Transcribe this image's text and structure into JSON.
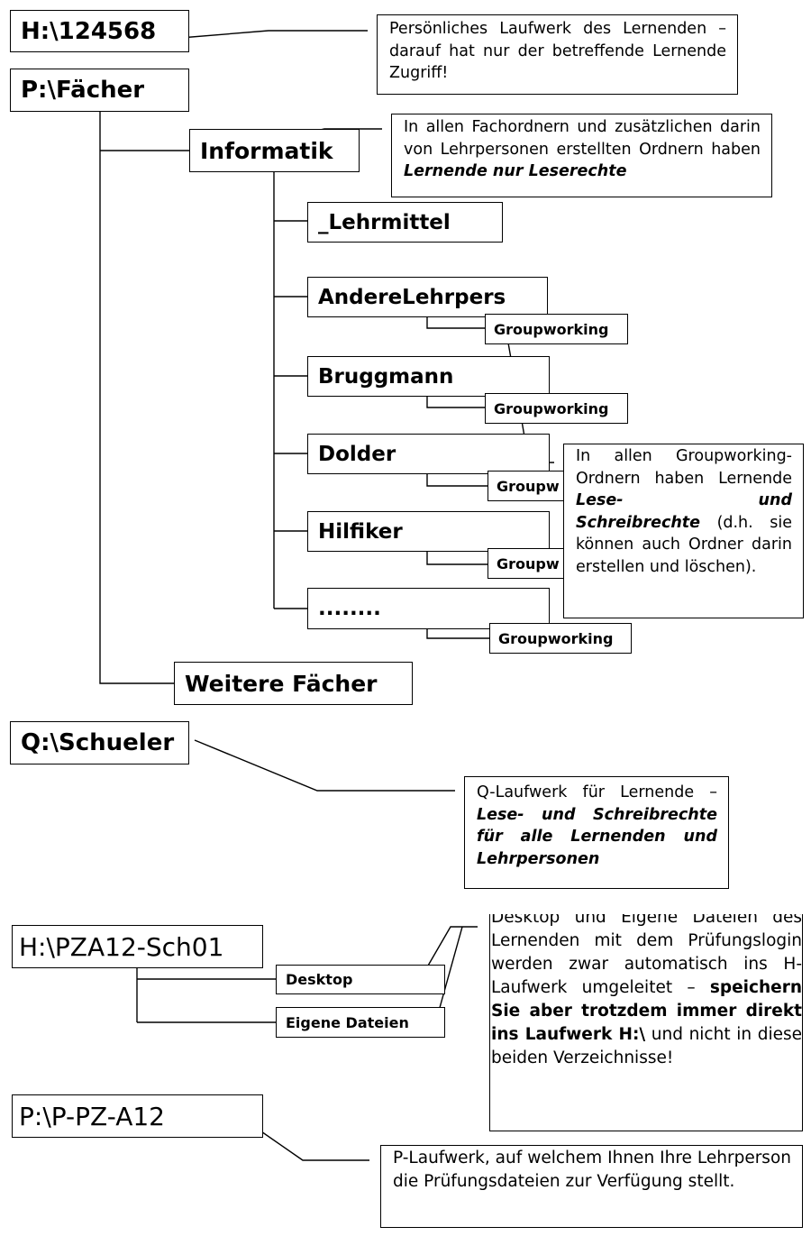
{
  "drive_h_student": "H:\\124568",
  "note_personal": "Persönliches Laufwerk des Lernenden – darauf hat nur der betreffende Lernende Zugriff!",
  "drive_p_subjects": "P:\\Fächer",
  "folder_informatik": "Informatik",
  "note_subject_folders": {
    "text": "In allen Fachordnern und zusätzlichen darin von Lehrpersonen erstellten Ordnern haben ",
    "em": "Lernende nur Leserechte"
  },
  "teacher_folders": [
    "_Lehrmittel",
    "AndereLehrpers",
    "Bruggmann",
    "Dolder",
    "Hilfiker",
    "........"
  ],
  "groupworking_label": "Groupworking",
  "groupworking_cut_label": "Groupw",
  "note_groupworking": {
    "text1": "In allen Groupworking-Ordnern haben Lernende ",
    "em": "Lese- und Schreibrechte",
    "text2": " (d.h. sie können auch Ordner darin erstellen und löschen)."
  },
  "folder_further_subjects": "Weitere Fächer",
  "drive_q": "Q:\\Schueler",
  "note_q": {
    "text": "Q-Laufwerk für Lernende – ",
    "em": "Lese- und Schreibrechte für alle Lernenden und Lehrpersonen"
  },
  "drive_h_exam": "H:\\PZA12-Sch01",
  "exam_subfolders": [
    "Desktop",
    "Eigene Dateien"
  ],
  "note_redirect": {
    "text1": "Desktop und Eigene Dateien des Lernenden mit dem Prüfungslogin werden zwar automatisch ins H-Laufwerk umgeleitet – ",
    "bold": "speichern Sie aber trotzdem immer direkt ins Laufwerk H:\\",
    "text2": " und nicht in diese beiden Verzeichnisse!"
  },
  "drive_p_exam": "P:\\P-PZ-A12",
  "note_p": "P-Laufwerk, auf welchem Ihnen Ihre Lehrperson die Prüfungsdateien zur Verfügung stellt."
}
